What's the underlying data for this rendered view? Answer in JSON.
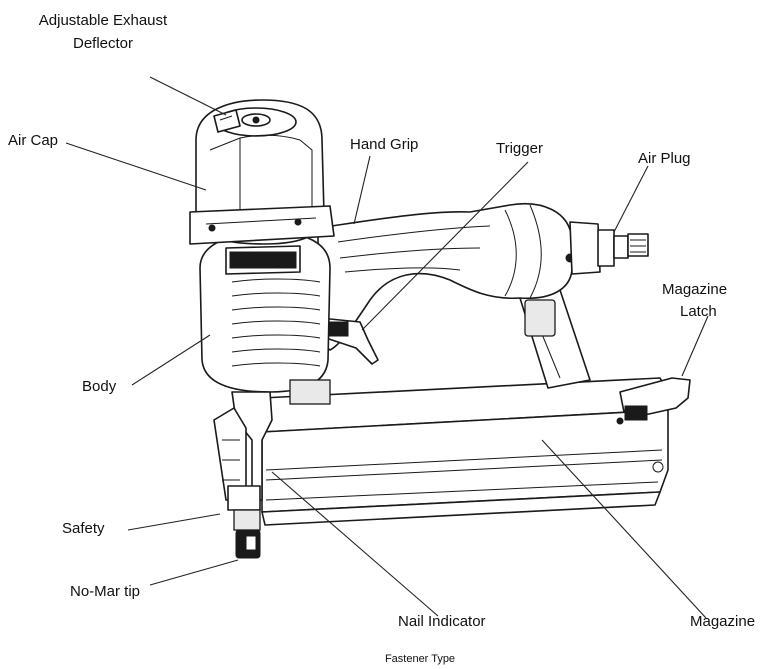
{
  "labels": {
    "exhaust_line1": "Adjustable Exhaust",
    "exhaust_line2": "Deflector",
    "air_cap": "Air Cap",
    "hand_grip": "Hand Grip",
    "trigger": "Trigger",
    "air_plug": "Air Plug",
    "magazine_latch_line1": "Magazine",
    "magazine_latch_line2": "Latch",
    "body": "Body",
    "safety": "Safety",
    "no_mar_tip": "No-Mar tip",
    "nail_indicator": "Nail Indicator",
    "magazine": "Magazine"
  },
  "caption": "Fastener Type"
}
